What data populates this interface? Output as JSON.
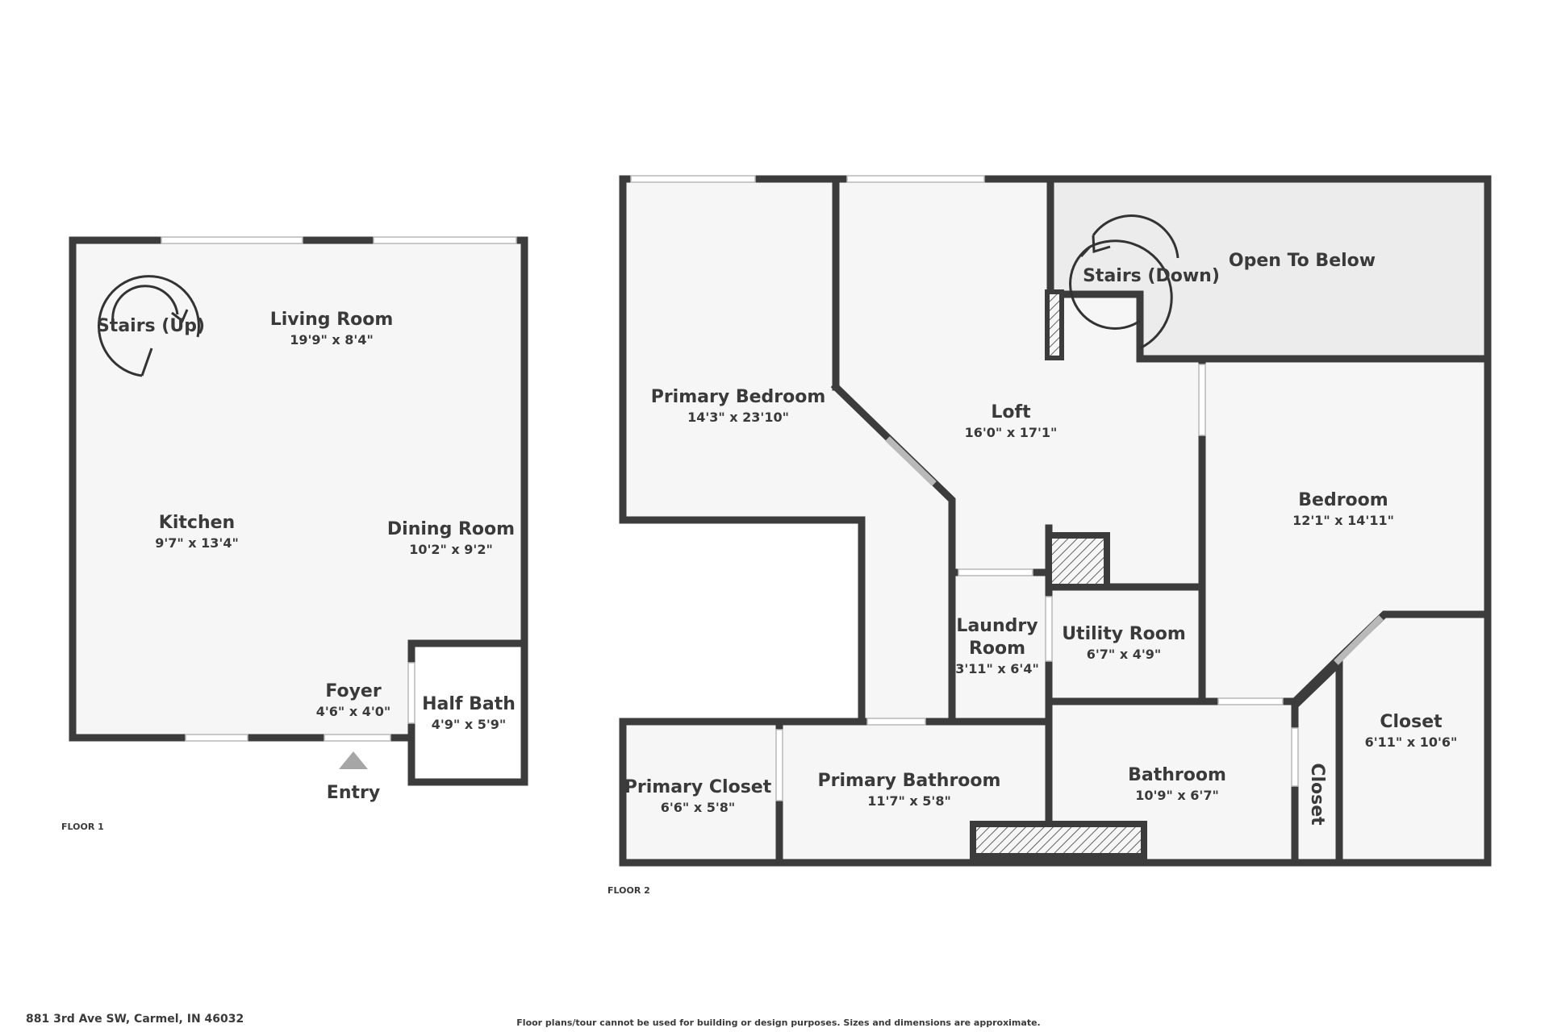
{
  "floor1": {
    "label": "FLOOR 1",
    "rooms": [
      {
        "name": "Living Room",
        "dims": "19'9\" x 8'4\""
      },
      {
        "name": "Kitchen",
        "dims": "9'7\" x 13'4\""
      },
      {
        "name": "Dining Room",
        "dims": "10'2\" x 9'2\""
      },
      {
        "name": "Foyer",
        "dims": "4'6\" x 4'0\""
      },
      {
        "name": "Half Bath",
        "dims": "4'9\" x 5'9\""
      }
    ],
    "stairs": "Stairs (Up)",
    "entry": "Entry"
  },
  "floor2": {
    "label": "FLOOR 2",
    "rooms": [
      {
        "name": "Primary Bedroom",
        "dims": "14'3\" x 23'10\""
      },
      {
        "name": "Loft",
        "dims": "16'0\" x 17'1\""
      },
      {
        "name": "Open To Below",
        "dims": ""
      },
      {
        "name": "Bedroom",
        "dims": "12'1\" x 14'11\""
      },
      {
        "name": "Laundry Room",
        "dims": "3'11\" x 6'4\""
      },
      {
        "name": "Utility Room",
        "dims": "6'7\" x 4'9\""
      },
      {
        "name": "Closet",
        "dims": "6'11\" x 10'6\""
      },
      {
        "name": "Primary Closet",
        "dims": "6'6\" x 5'8\""
      },
      {
        "name": "Primary Bathroom",
        "dims": "11'7\" x 5'8\""
      },
      {
        "name": "Bathroom",
        "dims": "10'9\" x 6'7\""
      },
      {
        "name": "Closet",
        "dims": ""
      }
    ],
    "stairs": "Stairs (Down)"
  },
  "footer": {
    "address": "881 3rd Ave SW, Carmel, IN 46032",
    "disclaimer": "Floor plans/tour cannot be used for building or design purposes. Sizes and dimensions are approximate."
  }
}
